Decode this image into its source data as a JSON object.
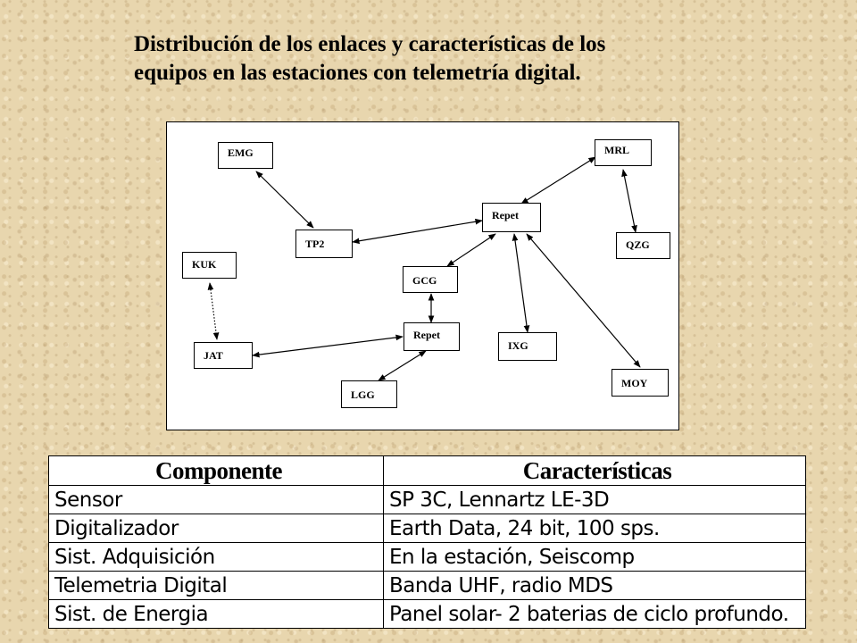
{
  "title": {
    "line1": "Distribución de los enlaces y características de los",
    "line2": "equipos en las estaciones con telemetría digital."
  },
  "diagram": {
    "nodes": {
      "emg": "EMG",
      "mrl": "MRL",
      "repet_top": "Repet",
      "tp2": "TP2",
      "qzg": "QZG",
      "kuk": "KUK",
      "gcg": "GCG",
      "repet_bottom": "Repet",
      "ixg": "IXG",
      "jat": "JAT",
      "moy": "MOY",
      "lgg": "LGG"
    },
    "links": [
      {
        "from": "EMG",
        "to": "TP2",
        "style": "solid"
      },
      {
        "from": "TP2",
        "to": "Repet",
        "style": "solid"
      },
      {
        "from": "Repet",
        "to": "MRL",
        "style": "solid"
      },
      {
        "from": "MRL",
        "to": "QZG",
        "style": "solid"
      },
      {
        "from": "Repet",
        "to": "GCG",
        "style": "solid"
      },
      {
        "from": "Repet",
        "to": "IXG",
        "style": "solid"
      },
      {
        "from": "Repet",
        "to": "MOY",
        "style": "solid"
      },
      {
        "from": "GCG",
        "to": "Repet (bottom)",
        "style": "solid"
      },
      {
        "from": "Repet (bottom)",
        "to": "JAT",
        "style": "solid"
      },
      {
        "from": "Repet (bottom)",
        "to": "LGG",
        "style": "solid"
      },
      {
        "from": "KUK",
        "to": "JAT",
        "style": "dotted"
      }
    ]
  },
  "table": {
    "headers": [
      "Componente",
      "Características"
    ],
    "rows": [
      [
        "Sensor",
        "SP 3C, Lennartz LE-3D"
      ],
      [
        "Digitalizador",
        "Earth Data, 24 bit, 100 sps."
      ],
      [
        "Sist. Adquisición",
        "En la estación, Seiscomp"
      ],
      [
        "Telemetria Digital",
        "Banda UHF, radio MDS"
      ],
      [
        "Sist. de Energia",
        "Panel solar- 2 baterias de ciclo profundo."
      ]
    ]
  }
}
